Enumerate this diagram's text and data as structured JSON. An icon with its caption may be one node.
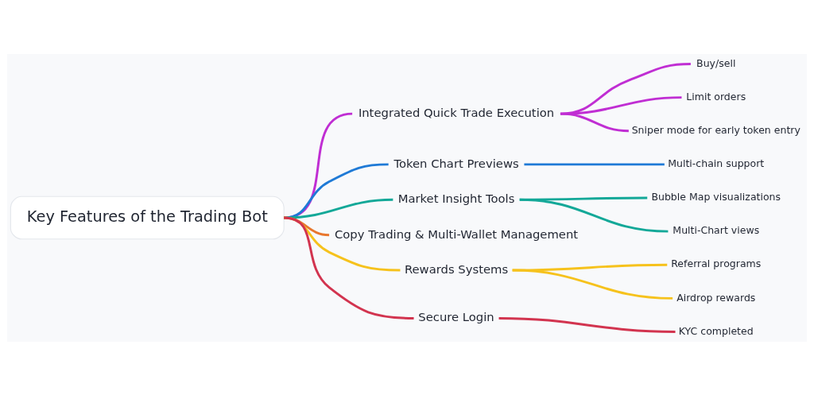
{
  "diagram": {
    "nodes": [
      {
        "text": [
          "Key Features of the Trading Bot"
        ]
      },
      {
        "text": [
          "Integrated Quick Trade Execution"
        ]
      },
      {
        "text": [
          "Buy/sell"
        ]
      },
      {
        "text": [
          "Limit orders"
        ]
      },
      {
        "text": [
          "Sniper mode for early token entry"
        ]
      },
      {
        "text": [
          "Token Chart Previews"
        ]
      },
      {
        "text": [
          "Multi-chain support"
        ]
      },
      {
        "text": [
          "Market Insight Tools"
        ]
      },
      {
        "text": [
          "Bubble Map visualizations"
        ]
      },
      {
        "text": [
          "Multi-Chart views"
        ]
      },
      {
        "text": [
          "Copy Trading & Multi-Wallet Management"
        ]
      },
      {
        "text": [
          "Rewards Systems"
        ]
      },
      {
        "text": [
          "Referral programs"
        ]
      },
      {
        "text": [
          "Airdrop rewards"
        ]
      },
      {
        "text": [
          "Secure Login"
        ]
      },
      {
        "text": [
          "KYC completed"
        ]
      }
    ],
    "edges": [
      {
        "from": 0,
        "to": 1,
        "arrow": "none",
        "color": "#c02ed3"
      },
      {
        "from": 1,
        "to": 2,
        "arrow": "none",
        "color": "#c02ed3"
      },
      {
        "from": 1,
        "to": 3,
        "arrow": "none",
        "color": "#c02ed3"
      },
      {
        "from": 1,
        "to": 4,
        "arrow": "none",
        "color": "#c02ed3"
      },
      {
        "from": 0,
        "to": 5,
        "arrow": "none",
        "color": "#1f7ad6"
      },
      {
        "from": 5,
        "to": 6,
        "arrow": "none",
        "color": "#1f7ad6"
      },
      {
        "from": 0,
        "to": 7,
        "arrow": "none",
        "color": "#13a898"
      },
      {
        "from": 7,
        "to": 8,
        "arrow": "none",
        "color": "#13a898"
      },
      {
        "from": 7,
        "to": 9,
        "arrow": "none",
        "color": "#13a898"
      },
      {
        "from": 0,
        "to": 10,
        "arrow": "none",
        "color": "#e8772e"
      },
      {
        "from": 0,
        "to": 11,
        "arrow": "none",
        "color": "#f6c21c"
      },
      {
        "from": 11,
        "to": 12,
        "arrow": "none",
        "color": "#f6c21c"
      },
      {
        "from": 11,
        "to": 13,
        "arrow": "none",
        "color": "#f6c21c"
      },
      {
        "from": 0,
        "to": 14,
        "arrow": "none",
        "color": "#d2344f"
      },
      {
        "from": 14,
        "to": 15,
        "arrow": "none",
        "color": "#d2344f"
      }
    ]
  }
}
